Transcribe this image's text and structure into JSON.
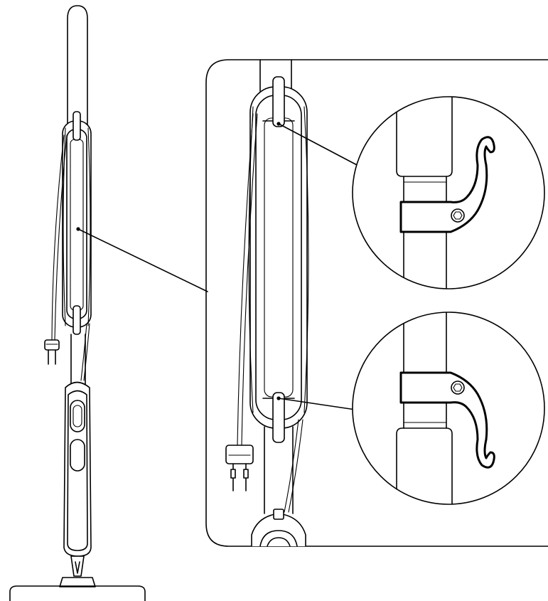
{
  "figure": {
    "description_labels": [],
    "stroke_color": "#000000",
    "background_color": "#ffffff",
    "views": [
      {
        "id": "steam-mop-full-view"
      },
      {
        "id": "cord-hooks-zoom-panel"
      },
      {
        "id": "upper-hook-detail"
      },
      {
        "id": "lower-hook-detail"
      }
    ]
  }
}
